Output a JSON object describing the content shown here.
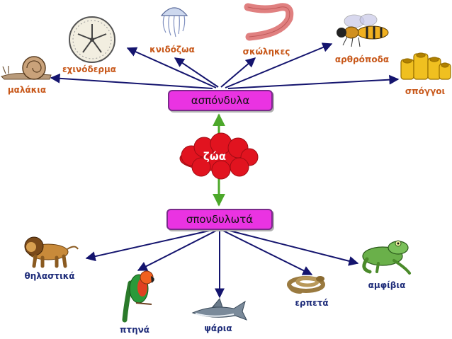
{
  "center": {
    "label": "ζώα"
  },
  "invertebrates": {
    "label": "ασπόνδυλα",
    "children": [
      "μαλάκια",
      "εχινόδερμα",
      "κνιδόζωα",
      "σκώληκες",
      "αρθρόποδα",
      "σπόγγοι"
    ]
  },
  "vertebrates": {
    "label": "σπονδυλωτά",
    "children": [
      "θηλαστικά",
      "πτηνά",
      "ψάρια",
      "ερπετά",
      "αμφίβια"
    ]
  },
  "colors": {
    "box_fill": "#ea33e2",
    "cloud_fill": "#e1131f",
    "arrow_navy": "#14146e",
    "arrow_green": "#4ca82a",
    "label_orange": "#c8581a",
    "label_navy": "#1f2d7a"
  },
  "icons": [
    "snail-icon",
    "sand-dollar-icon",
    "jellyfish-icon",
    "worm-icon",
    "bee-icon",
    "sponge-icon",
    "lion-icon",
    "parrot-icon",
    "shark-icon",
    "snake-icon",
    "frog-icon"
  ]
}
